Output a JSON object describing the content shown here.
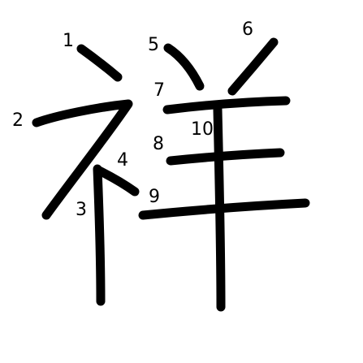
{
  "character": "祥",
  "stroke_color": "#000000",
  "background_color": "#ffffff",
  "stroke_numbers": [
    "1",
    "2",
    "3",
    "4",
    "5",
    "6",
    "7",
    "8",
    "9",
    "10"
  ]
}
